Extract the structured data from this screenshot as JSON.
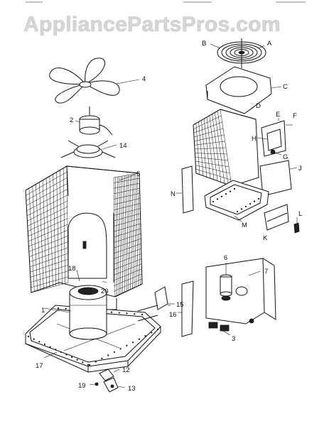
{
  "watermark": "AppliancePartsPros.com",
  "labels": {
    "p1": "1",
    "p2": "2",
    "p3": "3",
    "p4": "4",
    "p5": "5",
    "p6": "6",
    "p7": "7",
    "p12": "12",
    "p13": "13",
    "p14": "14",
    "p15": "15",
    "p16": "16",
    "p17": "17",
    "p18": "18",
    "p19": "19",
    "p20": "20",
    "pA": "A",
    "pB": "B",
    "pC": "C",
    "pD": "D",
    "pE": "E",
    "pF": "F",
    "pG": "G",
    "pH": "H",
    "pJ": "J",
    "pK": "K",
    "pL": "L",
    "pM": "M",
    "pN": "N"
  }
}
